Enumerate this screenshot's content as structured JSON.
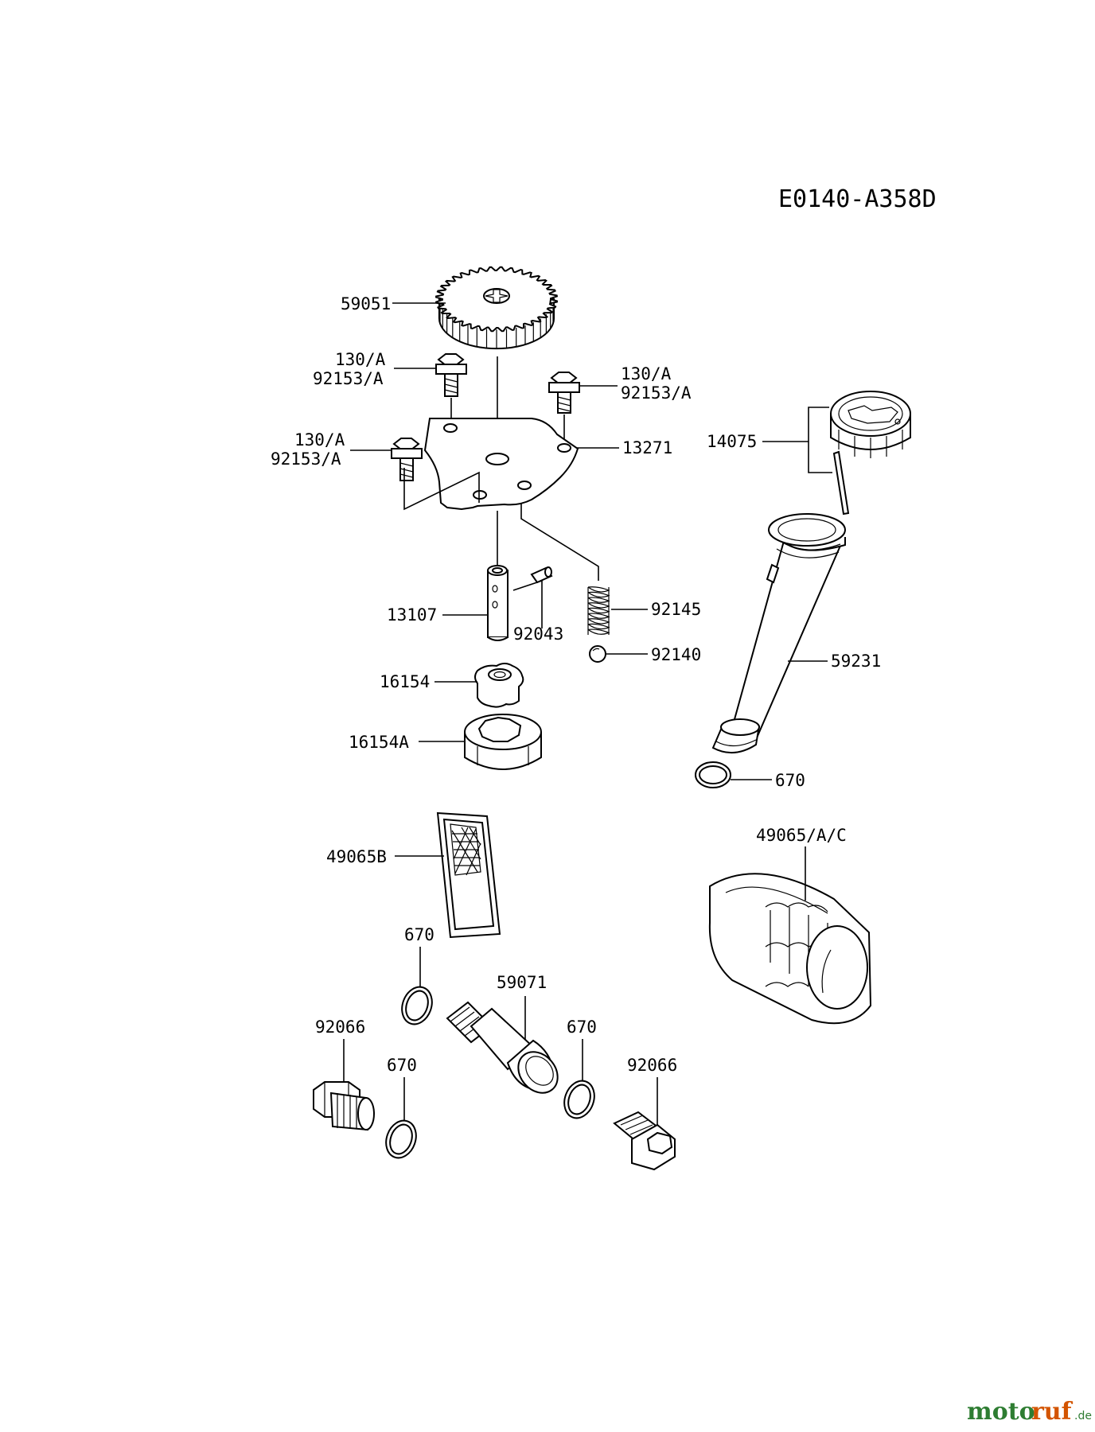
{
  "diagram": {
    "code": "E0140-A358D",
    "labels": {
      "p59051": "59051",
      "p130a_1": "130/A",
      "p92153a_1": "92153/A",
      "p130a_2": "130/A",
      "p92153a_2": "92153/A",
      "p130a_3": "130/A",
      "p92153a_3": "92153/A",
      "p13271": "13271",
      "p14075": "14075",
      "p13107": "13107",
      "p92043": "92043",
      "p92145": "92145",
      "p92140": "92140",
      "p59231": "59231",
      "p16154": "16154",
      "p16154a": "16154A",
      "p670_1": "670",
      "p49065b": "49065B",
      "p49065ac": "49065/A/C",
      "p670_2": "670",
      "p59071": "59071",
      "p92066_1": "92066",
      "p670_3": "670",
      "p670_4": "670",
      "p92066_2": "92066"
    }
  },
  "watermark": {
    "part1": "moto",
    "part2": "ruf",
    "part3": ".de"
  }
}
